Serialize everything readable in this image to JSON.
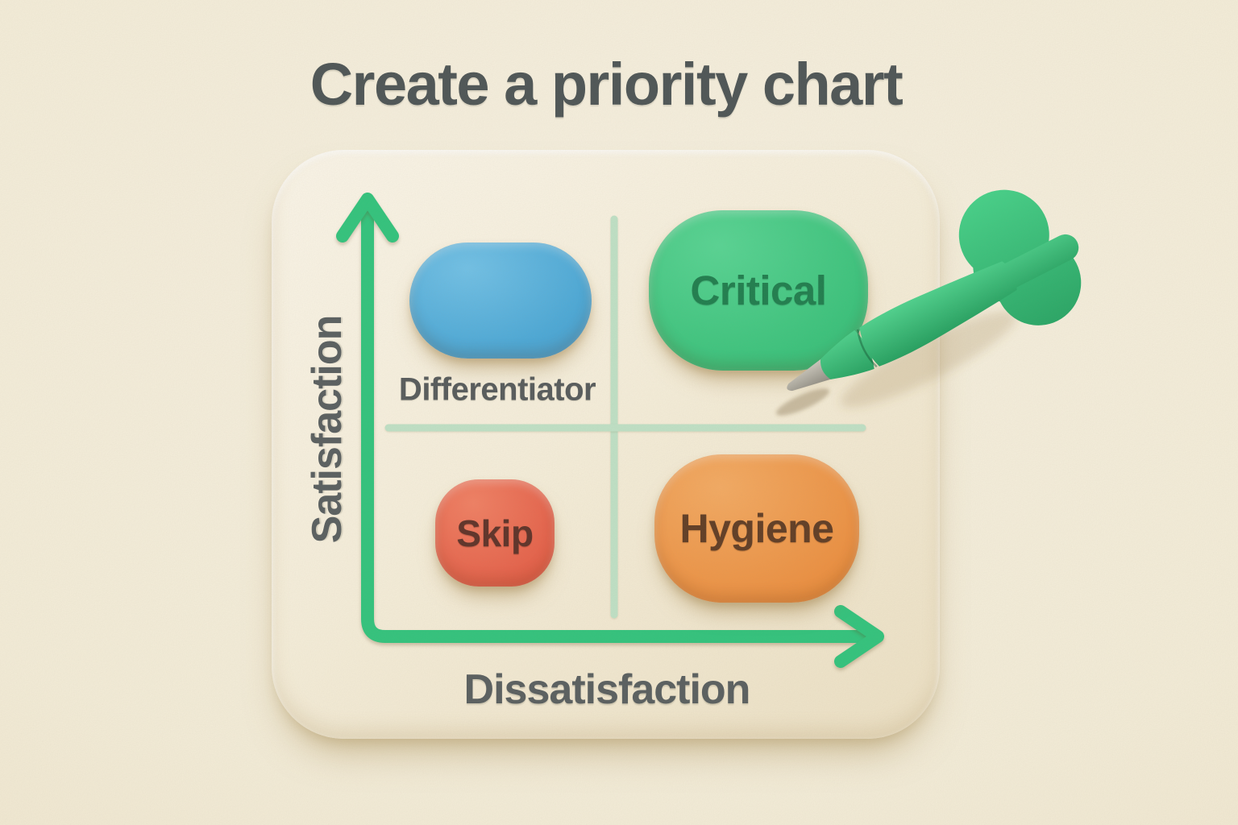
{
  "title": "Create a priority chart",
  "chart": {
    "type": "quadrant-matrix",
    "x_axis": {
      "label": "Dissatisfaction",
      "direction": "right"
    },
    "y_axis": {
      "label": "Satisfaction",
      "direction": "up"
    },
    "quadrants": [
      {
        "label": "Differentiator",
        "position": "top-left",
        "color": "#49a9da",
        "label_placement": "below-blob"
      },
      {
        "label": "Critical",
        "position": "top-right",
        "color": "#37c47c",
        "label_placement": "inside-blob"
      },
      {
        "label": "Skip",
        "position": "bottom-left",
        "color": "#e75f48",
        "label_placement": "inside-blob"
      },
      {
        "label": "Hygiene",
        "position": "bottom-right",
        "color": "#ee9040",
        "label_placement": "inside-blob"
      }
    ],
    "colors": {
      "background": "#f6efdb",
      "card": "#f8f1de",
      "axis_green": "#2ec57d",
      "grid_mint": "#c0e3c8",
      "title_text": "#4b5355",
      "axis_label_text": "#575d5f",
      "critical_text": "#1b7d4d",
      "skip_text": "#5c2f26",
      "hygiene_text": "#5e3a22"
    }
  },
  "decorations": {
    "dart": {
      "name": "green-dart",
      "body_color": "#2fbf78",
      "tip_color": "#a8a59b",
      "points_at": "Critical"
    }
  }
}
